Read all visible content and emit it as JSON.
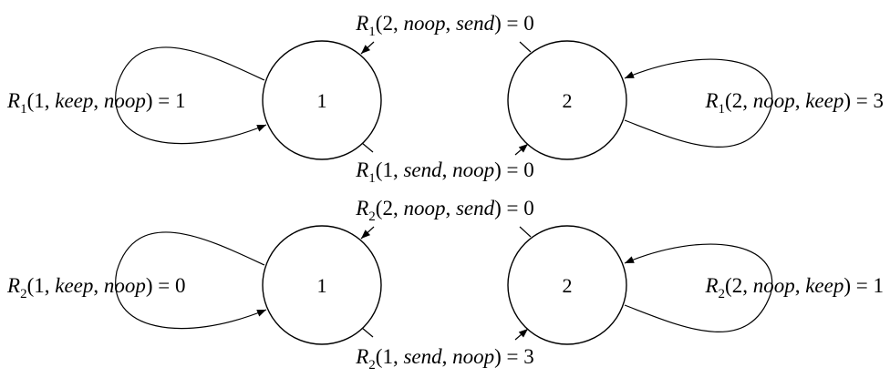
{
  "diagrams": [
    {
      "states": [
        {
          "id": "1",
          "label": "1"
        },
        {
          "id": "2",
          "label": "2"
        }
      ],
      "edges": [
        {
          "from": "2",
          "to": "1",
          "reward": "R",
          "sub": "1",
          "state": "2",
          "a1": "noop",
          "a2": "send",
          "value": "0"
        },
        {
          "from": "1",
          "to": "1",
          "reward": "R",
          "sub": "1",
          "state": "1",
          "a1": "keep",
          "a2": "noop",
          "value": "1"
        },
        {
          "from": "1",
          "to": "2",
          "reward": "R",
          "sub": "1",
          "state": "1",
          "a1": "send",
          "a2": "noop",
          "value": "0"
        },
        {
          "from": "2",
          "to": "2",
          "reward": "R",
          "sub": "1",
          "state": "2",
          "a1": "noop",
          "a2": "keep",
          "value": "3"
        }
      ]
    },
    {
      "states": [
        {
          "id": "1",
          "label": "1"
        },
        {
          "id": "2",
          "label": "2"
        }
      ],
      "edges": [
        {
          "from": "2",
          "to": "1",
          "reward": "R",
          "sub": "2",
          "state": "2",
          "a1": "noop",
          "a2": "send",
          "value": "0"
        },
        {
          "from": "1",
          "to": "1",
          "reward": "R",
          "sub": "2",
          "state": "1",
          "a1": "keep",
          "a2": "noop",
          "value": "0"
        },
        {
          "from": "1",
          "to": "2",
          "reward": "R",
          "sub": "2",
          "state": "1",
          "a1": "send",
          "a2": "noop",
          "value": "3"
        },
        {
          "from": "2",
          "to": "2",
          "reward": "R",
          "sub": "2",
          "state": "2",
          "a1": "noop",
          "a2": "keep",
          "value": "1"
        }
      ]
    }
  ]
}
